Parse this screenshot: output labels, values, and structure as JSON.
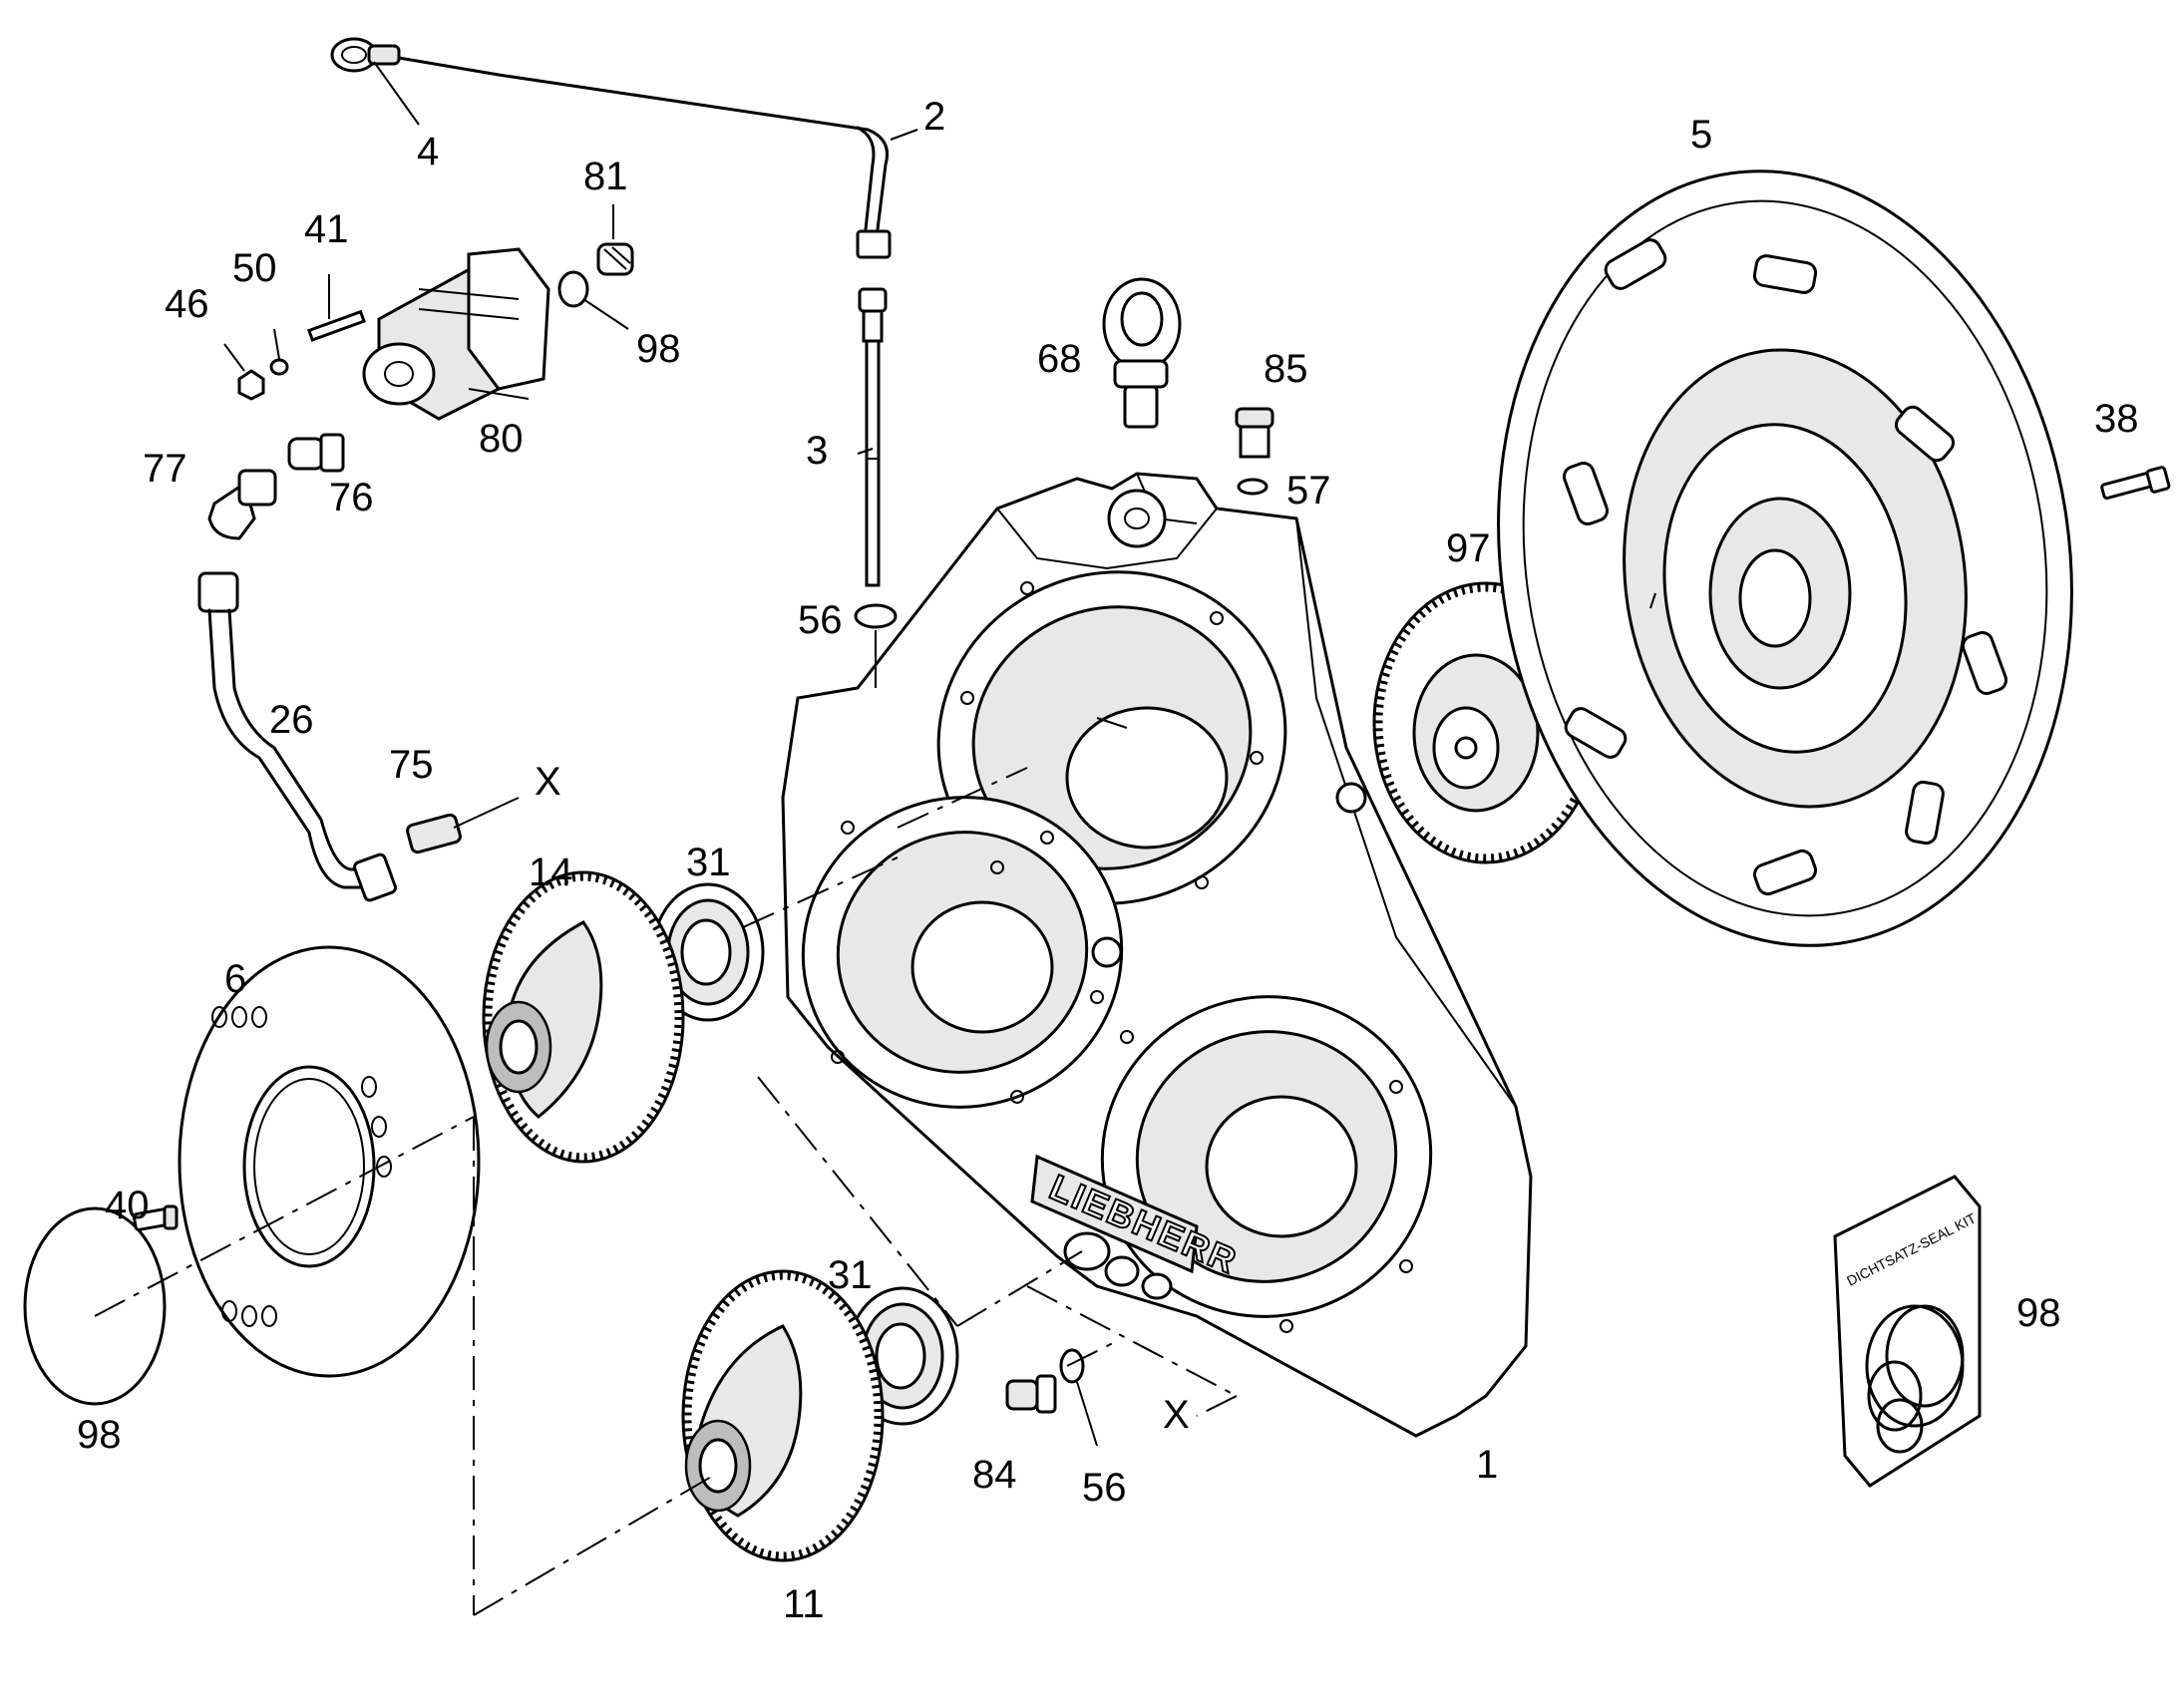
{
  "callouts": {
    "c4": "4",
    "c2": "2",
    "c5": "5",
    "c81": "81",
    "c41": "41",
    "c50": "50",
    "c46": "46",
    "c98a": "98",
    "c68": "68",
    "c85": "85",
    "c38": "38",
    "c80": "80",
    "c3": "3",
    "c77": "77",
    "c76": "76",
    "c57": "57",
    "c97": "97",
    "c56a": "56",
    "c26": "26",
    "c75": "75",
    "cXa": "X",
    "c14": "14",
    "c31a": "31",
    "c6": "6",
    "c40": "40",
    "c98b": "98",
    "c31b": "31",
    "c98c": "98",
    "c84": "84",
    "c56b": "56",
    "cXb": "X",
    "c1": "1",
    "c11": "11"
  },
  "housing": {
    "brand": "LIEBHERR"
  },
  "seal_kit": {
    "label": "DICHTSATZ-SEAL KIT"
  }
}
